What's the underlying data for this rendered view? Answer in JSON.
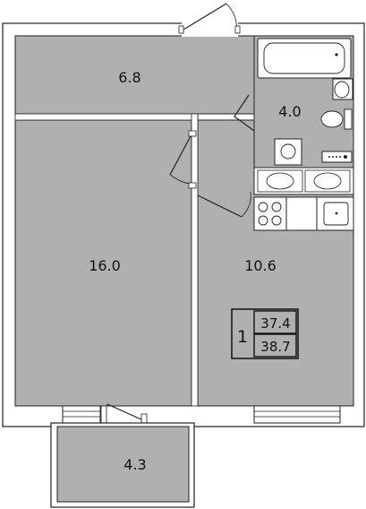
{
  "rooms": {
    "hall": {
      "area": "6.8"
    },
    "bathroom": {
      "area": "4.0"
    },
    "bedroom": {
      "area": "16.0"
    },
    "kitchen": {
      "area": "10.6"
    },
    "balcony": {
      "area": "4.3"
    }
  },
  "summary": {
    "room_count": "1",
    "living_area": "37.4",
    "total_area": "38.7"
  },
  "colors": {
    "room_fill": "#b0b0b0",
    "wall": "#ffffff",
    "wall_outline": "#222222",
    "fixture": "#ffffff"
  }
}
